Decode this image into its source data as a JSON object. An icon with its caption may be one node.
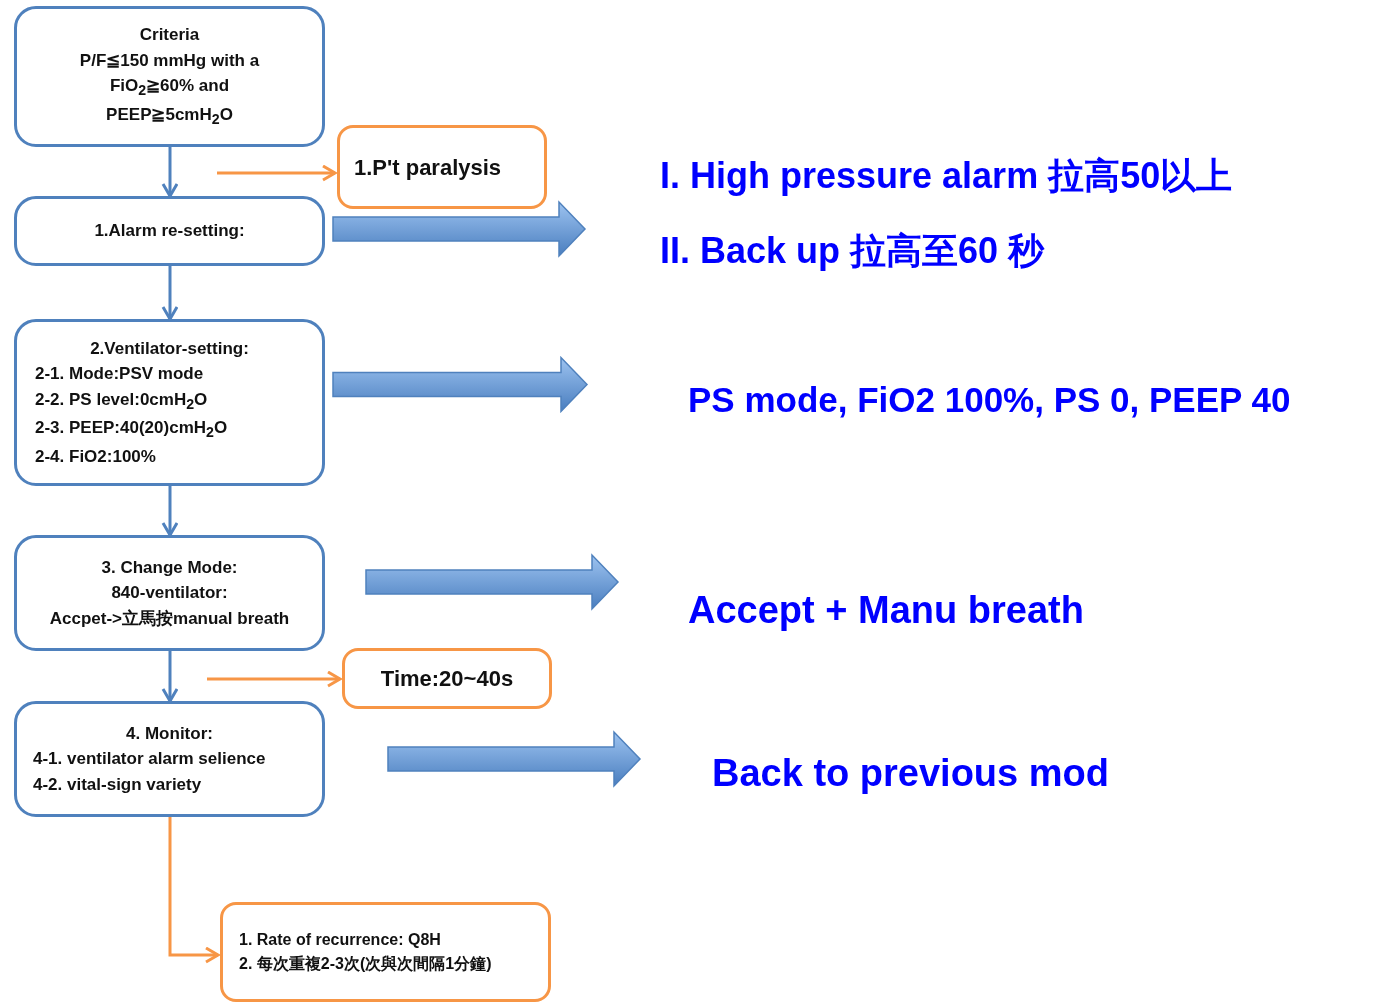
{
  "diagram": {
    "nodes": [
      {
        "text": [
          "Criteria",
          "P/F≦150 mmHg with a FiO$_{2}$≧60% and PEEP≧5cmH$_{2}$O"
        ]
      },
      {
        "text": [
          "1.Alarm re-setting:"
        ]
      },
      {
        "text": [
          "2.Ventilator-setting:",
          "2-1. Mode:PSV mode",
          "2-2. PS level:0cmH$_{2}$O",
          "2-3. PEEP:40(20)cmH$_{2}$O",
          "2-4. FiO2:100%"
        ]
      },
      {
        "text": [
          "3. Change Mode:",
          "840-ventilator:",
          "Accpet->立馬按manual breath"
        ]
      },
      {
        "text": [
          "4. Monitor:",
          "4-1. ventilator alarm selience",
          "4-2. vital-sign variety"
        ]
      },
      {
        "text": [
          "1.P't  paralysis"
        ]
      },
      {
        "text": [
          "Time:20~40s"
        ]
      },
      {
        "text": [
          "1. Rate of recurrence: Q8H",
          "2. 每次重複2-3次(次與次間隔1分鐘)"
        ]
      },
      {
        "text": [
          "I. High pressure alarm 拉高50以上",
          "II. Back up 拉高至60 秒"
        ]
      },
      {
        "text": [
          "PS mode, FiO2 100%, PS 0, PEEP 40"
        ]
      },
      {
        "text": [
          "Accept + Manu breath"
        ]
      },
      {
        "text": [
          "Back to previous mod"
        ]
      }
    ],
    "edges": [
      {
        "from": 0,
        "to": 1,
        "arrow": "to"
      },
      {
        "from": 1,
        "to": 2,
        "arrow": "to"
      },
      {
        "from": 2,
        "to": 3,
        "arrow": "to"
      },
      {
        "from": 3,
        "to": 4,
        "arrow": "to"
      },
      {
        "from": null,
        "to": 5,
        "arrow": "to",
        "color": "#f79646"
      },
      {
        "from": null,
        "to": 6,
        "arrow": "to",
        "color": "#f79646"
      },
      {
        "from": 4,
        "to": 7,
        "arrow": "to",
        "color": "#f79646"
      },
      {
        "from": 1,
        "to": 8,
        "arrow": "to",
        "style": "thick"
      },
      {
        "from": 2,
        "to": 9,
        "arrow": "to",
        "style": "thick"
      },
      {
        "from": 3,
        "to": 10,
        "arrow": "to",
        "style": "thick"
      },
      {
        "from": 4,
        "to": 11,
        "arrow": "to",
        "style": "thick"
      }
    ]
  }
}
